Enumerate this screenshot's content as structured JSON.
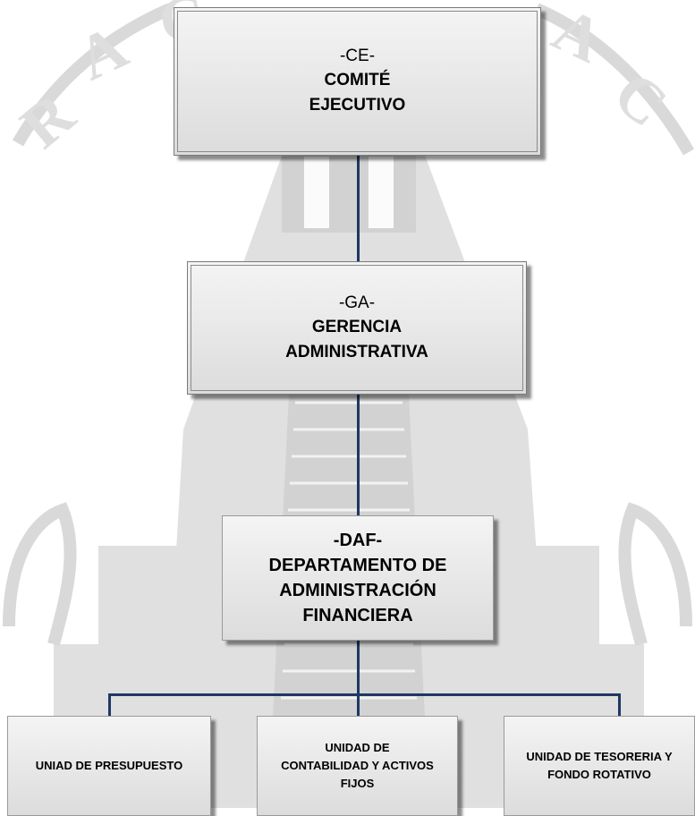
{
  "org_chart": {
    "ce": {
      "code": "-CE-",
      "name_line1": "COMITÉ",
      "name_line2": "EJECUTIVO"
    },
    "ga": {
      "code": "-GA-",
      "name_line1": "GERENCIA",
      "name_line2": "ADMINISTRATIVA"
    },
    "daf": {
      "code": "-DAF-",
      "name_line1": "DEPARTAMENTO DE",
      "name_line2": "ADMINISTRACIÓN",
      "name_line3": "FINANCIERA"
    },
    "units": [
      {
        "line1": "UNIAD DE PRESUPUESTO"
      },
      {
        "line1": "UNIDAD DE",
        "line2": "CONTABILIDAD Y ACTIVOS",
        "line3": "FIJOS"
      },
      {
        "line1": "UNIDAD DE TESORERIA Y",
        "line2": "FONDO ROTATIVO"
      }
    ]
  },
  "colors": {
    "connector": "#1f3864",
    "watermark": "#d9d9d9",
    "box_fill": "#e4e4e4"
  }
}
